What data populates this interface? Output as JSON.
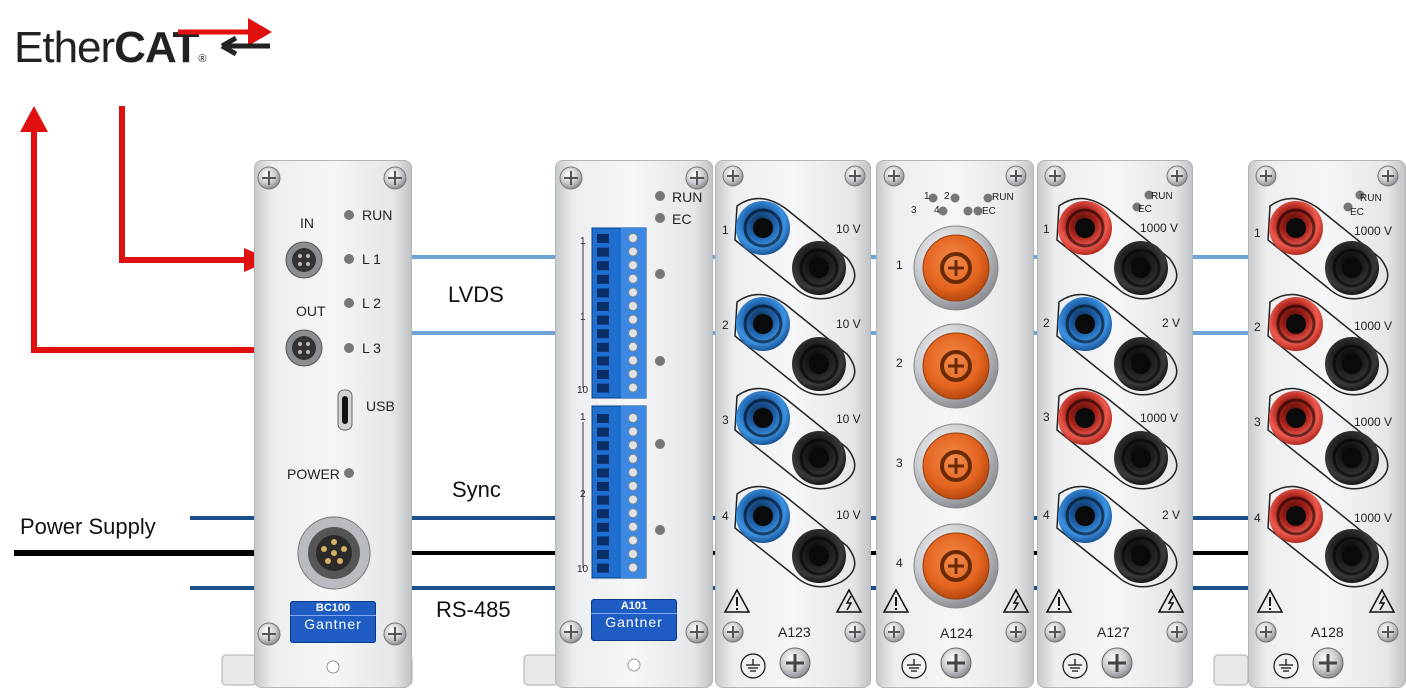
{
  "logo": {
    "ether": "Ether",
    "cat": "CAT",
    "reg": "®"
  },
  "bus_labels": {
    "lvds": "LVDS",
    "sync": "Sync",
    "rs485": "RS-485",
    "power_supply": "Power Supply"
  },
  "bc100": {
    "in": "IN",
    "out": "OUT",
    "run": "RUN",
    "l1": "L 1",
    "l2": "L 2",
    "l3": "L 3",
    "usb": "USB",
    "power": "POWER",
    "model": "BC100",
    "brand": "Gantner"
  },
  "a101": {
    "run": "RUN",
    "ec": "EC",
    "model": "A101",
    "brand": "Gantner",
    "group1": "1",
    "group2": "2",
    "pin_first": "1",
    "pin_last": "10"
  },
  "a123": {
    "model": "A123",
    "channels": [
      "1",
      "2",
      "3",
      "4"
    ],
    "ranges": [
      "10 V",
      "10 V",
      "10 V",
      "10 V"
    ]
  },
  "a124": {
    "model": "A124",
    "channels": [
      "1",
      "2",
      "3",
      "4"
    ],
    "run": "RUN",
    "ec": "EC",
    "leds": [
      "1",
      "2",
      "3",
      "4"
    ]
  },
  "a127": {
    "model": "A127",
    "channels": [
      "1",
      "2",
      "3",
      "4"
    ],
    "ranges": [
      "1000 V",
      "2 V",
      "1000 V",
      "2 V"
    ],
    "run": "RUN",
    "ec": "EC"
  },
  "a128": {
    "model": "A128",
    "channels": [
      "1",
      "2",
      "3",
      "4"
    ],
    "ranges": [
      "1000 V",
      "1000 V",
      "1000 V",
      "1000 V"
    ],
    "run": "RUN",
    "ec": "EC"
  },
  "colors": {
    "ethercat_red": "#e01010",
    "lvds_blue": "#6fa4d6",
    "bus_navy": "#1b4f8a",
    "jack_blue": "#2f86d6",
    "jack_red": "#e2473d",
    "lemo_orange": "#e96a25",
    "badge_blue": "#1f5cc4"
  },
  "icons": [
    "warning-triangle-icon",
    "high-voltage-icon",
    "ground-icon",
    "screw-icon",
    "ethercat-arrow-icon"
  ]
}
